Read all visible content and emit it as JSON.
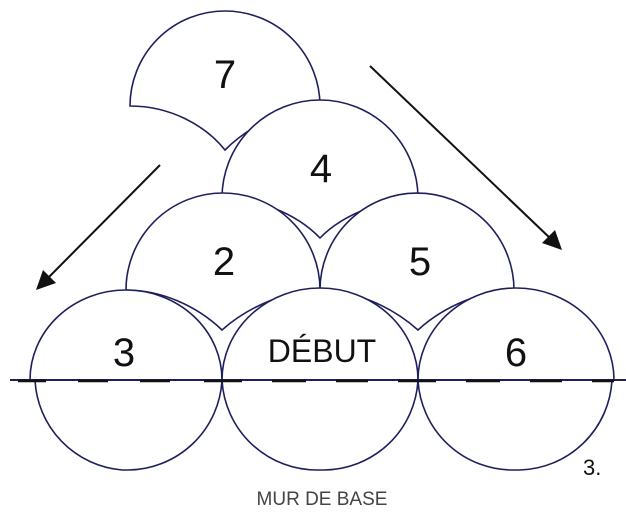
{
  "tiles": {
    "top": "7",
    "row2": "4",
    "row3_left": "2",
    "row3_right": "5",
    "base_left": "3",
    "base_center": "DÉBUT",
    "base_right": "6"
  },
  "figure_number": "3.",
  "caption": "MUR DE BASE",
  "colors": {
    "outline": "#1f1f5e",
    "text": "#111111",
    "caption": "#444444"
  }
}
